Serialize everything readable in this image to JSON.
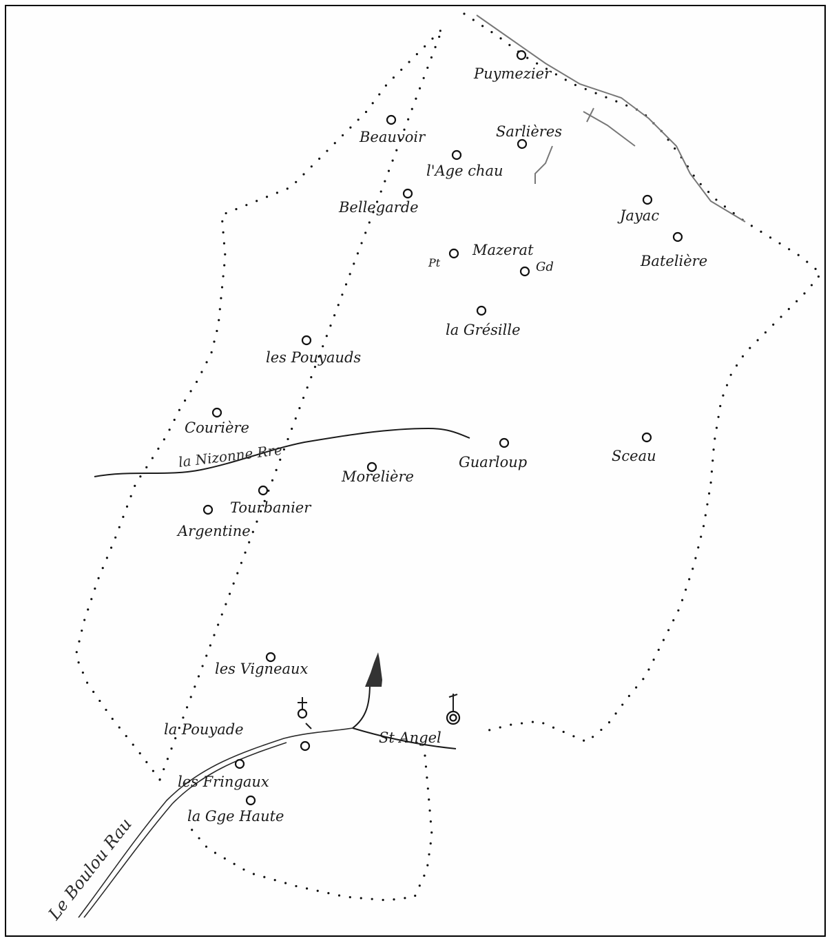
{
  "map": {
    "colors": {
      "ink": "#111111",
      "paper": "#fefefe",
      "faint": "#777777"
    },
    "places": [
      {
        "id": "puymezier",
        "name": "Puymezier"
      },
      {
        "id": "beauvoir",
        "name": "Beauvoir"
      },
      {
        "id": "sarlieres",
        "name": "Sarlières"
      },
      {
        "id": "lagechau",
        "name": "l'Age chau"
      },
      {
        "id": "bellegarde",
        "name": "Bellegarde"
      },
      {
        "id": "jayac",
        "name": "Jayac"
      },
      {
        "id": "bateliere",
        "name": "Batelière"
      },
      {
        "id": "pt",
        "name": "Pt"
      },
      {
        "id": "mazerat",
        "name": "Mazerat"
      },
      {
        "id": "gd",
        "name": "Gd"
      },
      {
        "id": "lagresille",
        "name": "la Grésille"
      },
      {
        "id": "lespouyauds",
        "name": "les Pouyauds"
      },
      {
        "id": "couriere",
        "name": "Courière"
      },
      {
        "id": "guarloup",
        "name": "Guarloup"
      },
      {
        "id": "sceau",
        "name": "Sceau"
      },
      {
        "id": "moreliere",
        "name": "Morelière"
      },
      {
        "id": "tourbanier",
        "name": "Tourbanier"
      },
      {
        "id": "argentine",
        "name": "Argentine"
      },
      {
        "id": "lesvigneaux",
        "name": "les Vigneaux"
      },
      {
        "id": "lapouyade",
        "name": "la Pouyade"
      },
      {
        "id": "stangel",
        "name": "St Angel"
      },
      {
        "id": "lesfringaux",
        "name": "les Fringaux"
      },
      {
        "id": "laggehaute",
        "name": "la Gge Haute"
      }
    ],
    "rivers": [
      {
        "id": "nizonne",
        "name": "la Nizonne Rre"
      },
      {
        "id": "boulou",
        "name": "Le Boulou Rau"
      }
    ],
    "symbols": [
      "church-cross-icon",
      "church-icon",
      "tree-icon",
      "cross-icon"
    ]
  }
}
